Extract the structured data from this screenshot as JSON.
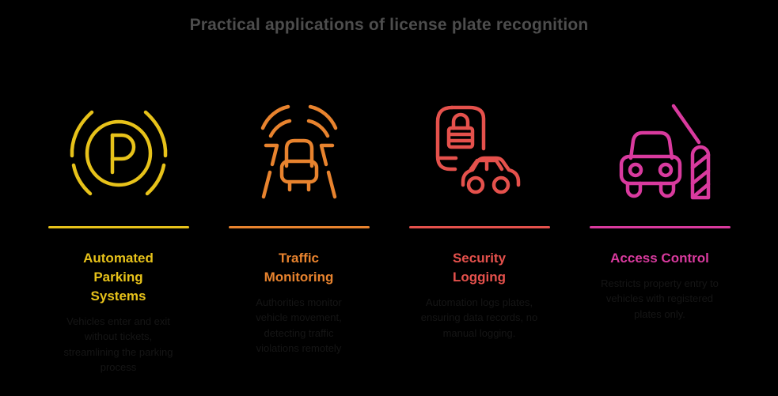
{
  "page": {
    "title": "Practical applications of license plate recognition",
    "title_color": "#4d4d4d",
    "background": "#000000",
    "description_text_color": "#151515"
  },
  "columns": [
    {
      "id": "automated-parking-systems",
      "icon": "parking-brake-icon",
      "accent_color": "#e7c21a",
      "title": "Automated Parking Systems",
      "title_lines": [
        "Automated",
        "Parking",
        "Systems"
      ],
      "description": "Vehicles enter and exit without tickets, streamlining the parking process",
      "description_lines": [
        "Vehicles enter and exit",
        "without tickets,",
        "streamlining the parking",
        "process"
      ]
    },
    {
      "id": "traffic-monitoring",
      "icon": "traffic-monitoring-icon",
      "accent_color": "#e8832e",
      "title": "Traffic Monitoring",
      "title_lines": [
        "Traffic",
        "Monitoring"
      ],
      "description": "Authorities monitor vehicle movement, detecting traffic violations remotely",
      "description_lines": [
        "Authorities monitor",
        "vehicle movement,",
        "detecting traffic",
        "violations remotely"
      ]
    },
    {
      "id": "security-logging",
      "icon": "security-logging-icon",
      "accent_color": "#e5514c",
      "title": "Security Logging",
      "title_lines": [
        "Security",
        "Logging"
      ],
      "description": "Automation logs plates, ensuring data records, no manual logging.",
      "description_lines": [
        "Automation logs plates,",
        "ensuring data records, no",
        "manual logging."
      ]
    },
    {
      "id": "access-control",
      "icon": "access-control-barrier-icon",
      "accent_color": "#d93a9e",
      "title": "Access Control",
      "title_lines": [
        "Access Control"
      ],
      "description": "Restricts property entry to vehicles with registered plates only.",
      "description_lines": [
        "Restricts property entry to",
        "vehicles with registered",
        "plates only."
      ]
    }
  ]
}
